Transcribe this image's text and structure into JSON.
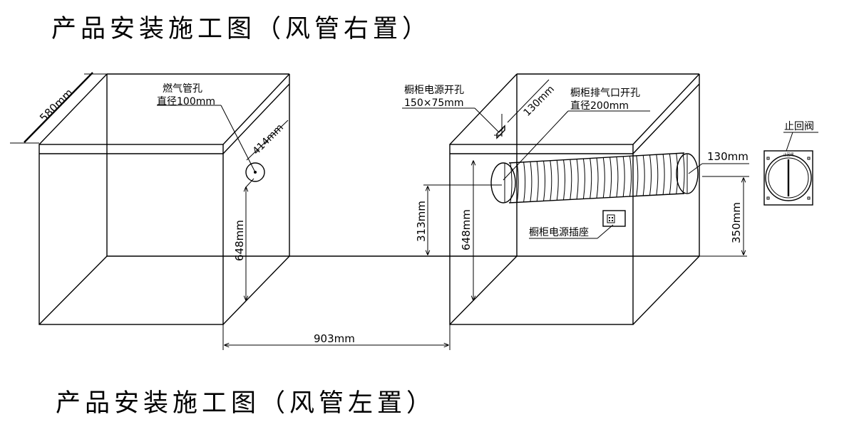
{
  "titles": {
    "right": "产品安装施工图（风管右置）",
    "left": "产品安装施工图（风管左置）"
  },
  "labels": {
    "depth": "580mm",
    "gas_pipe_hole": "燃气管孔",
    "gas_pipe_diameter": "直径100mm",
    "gas_offset": "414mm",
    "gas_height": "648mm",
    "width": "903mm",
    "power_hole": "橱柜电源开孔",
    "power_hole_size": "150×75mm",
    "power_offset": "130mm",
    "exhaust_hole": "橱柜排气口开孔",
    "exhaust_diameter": "直径200mm",
    "check_valve": "止回阀",
    "duct_offset": "130mm",
    "exhaust_height": "313mm",
    "cabinet_height": "648mm",
    "duct_height": "350mm",
    "power_socket": "橱柜电源插座",
    "valve_plate": "止回阀"
  }
}
